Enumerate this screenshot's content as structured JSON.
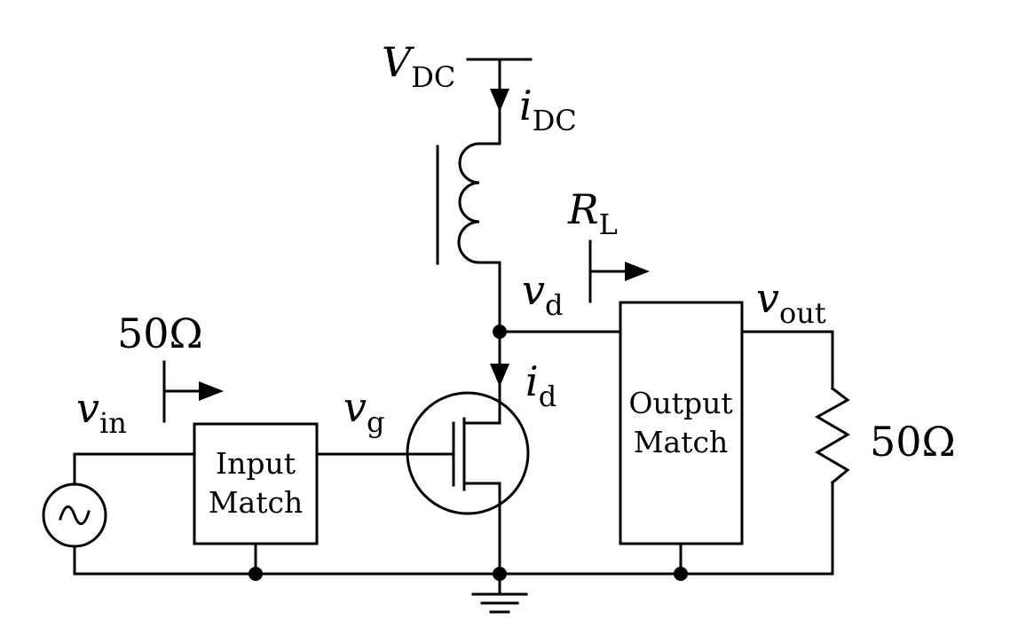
{
  "labels": {
    "vdc_symbol": "V",
    "vdc_subscript": "DC",
    "idc_symbol": "i",
    "idc_subscript": "DC",
    "rl_symbol": "R",
    "rl_subscript": "L",
    "vd_symbol": "v",
    "vd_subscript": "d",
    "vout_symbol": "v",
    "vout_subscript": "out",
    "id_symbol": "i",
    "id_subscript": "d",
    "vg_symbol": "v",
    "vg_subscript": "g",
    "vin_symbol": "v",
    "vin_subscript": "in",
    "input_impedance": "50Ω",
    "load_impedance": "50Ω"
  },
  "blocks": {
    "input_match": [
      "Input",
      "Match"
    ],
    "output_match": [
      "Output",
      "Match"
    ]
  }
}
